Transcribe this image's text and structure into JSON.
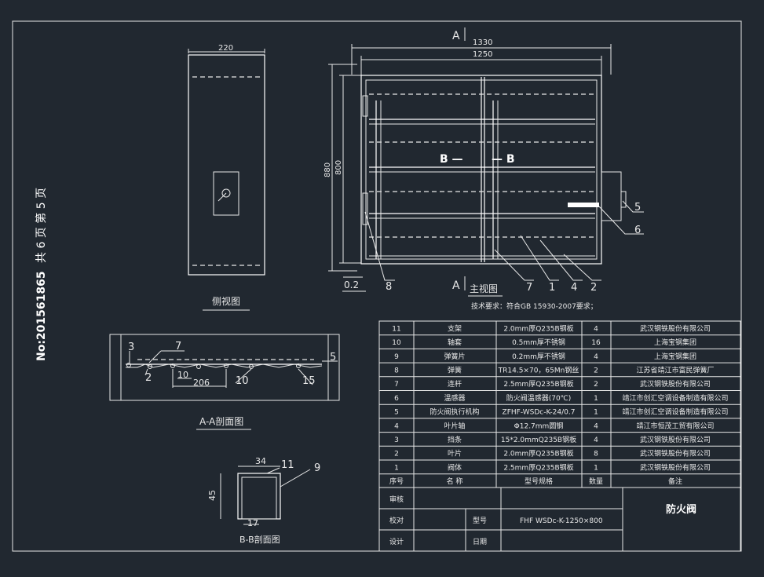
{
  "sheet": {
    "document_no": "No:201561865",
    "pages": "共 6 页  第 5 页"
  },
  "side_view": {
    "dim_width": "220",
    "caption": "侧视图"
  },
  "main_view": {
    "section_mark_top": "A",
    "section_mark_bottom": "A",
    "dim_outer_width": "1330",
    "dim_inner_width": "1250",
    "dim_outer_height": "880",
    "dim_inner_height": "800",
    "dim_gap": "0.2",
    "section_b_left": "B —",
    "section_b_right": "— B",
    "caption": "主视图",
    "tech_requirement": "技术要求：符合GB 15930-2007要求；",
    "callouts": [
      "8",
      "7",
      "1",
      "4",
      "2",
      "5",
      "6"
    ]
  },
  "section_aa": {
    "caption": "A-A剖面图",
    "callouts": [
      "3",
      "7",
      "2",
      "10",
      "5",
      "15"
    ],
    "dim_206": "206",
    "dim_10": "10"
  },
  "section_bb": {
    "caption": "B-B剖面图",
    "dim_34": "34",
    "dim_45": "45",
    "dim_17": "17",
    "callouts": [
      "11",
      "9"
    ]
  },
  "parts_table": {
    "header": {
      "no": "序号",
      "name": "名   称",
      "spec": "型号规格",
      "qty": "数量",
      "note": "备注"
    },
    "rows": [
      {
        "no": "11",
        "name": "支架",
        "spec": "2.0mm厚Q235B钢板",
        "qty": "4",
        "note": "武汉钢铁股份有限公司"
      },
      {
        "no": "10",
        "name": "轴套",
        "spec": "0.5mm厚不锈钢",
        "qty": "16",
        "note": "上海宝钢集团"
      },
      {
        "no": "9",
        "name": "弹簧片",
        "spec": "0.2mm厚不锈钢",
        "qty": "4",
        "note": "上海宝钢集团"
      },
      {
        "no": "8",
        "name": "弹簧",
        "spec": "TR14.5×70，65Mn钢丝",
        "qty": "2",
        "note": "江苏省靖江市富民弹簧厂"
      },
      {
        "no": "7",
        "name": "连杆",
        "spec": "2.5mm厚Q235B钢板",
        "qty": "2",
        "note": "武汉钢铁股份有限公司"
      },
      {
        "no": "6",
        "name": "温感器",
        "spec": "防火阀温感器(70℃)",
        "qty": "1",
        "note": "靖江市创汇空调设备制造有限公司"
      },
      {
        "no": "5",
        "name": "防火阀执行机构",
        "spec": "ZFHF-WSDc-K-24/0.7",
        "qty": "1",
        "note": "靖江市创汇空调设备制造有限公司"
      },
      {
        "no": "4",
        "name": "叶片轴",
        "spec": "Φ12.7mm圆钢",
        "qty": "4",
        "note": "靖江市恒茂工贸有限公司"
      },
      {
        "no": "3",
        "name": "挡条",
        "spec": "15*2.0mmQ235B钢板",
        "qty": "4",
        "note": "武汉钢铁股份有限公司"
      },
      {
        "no": "2",
        "name": "叶片",
        "spec": "2.0mm厚Q235B钢板",
        "qty": "8",
        "note": "武汉钢铁股份有限公司"
      },
      {
        "no": "1",
        "name": "阀体",
        "spec": "2.5mm厚Q235B钢板",
        "qty": "1",
        "note": "武汉钢铁股份有限公司"
      }
    ]
  },
  "title_block": {
    "review": "审核",
    "check": "校对",
    "design": "设计",
    "model_label": "型号",
    "model_value": "FHF WSDc-K-1250×800",
    "date_label": "日期",
    "product": "防火阀"
  }
}
